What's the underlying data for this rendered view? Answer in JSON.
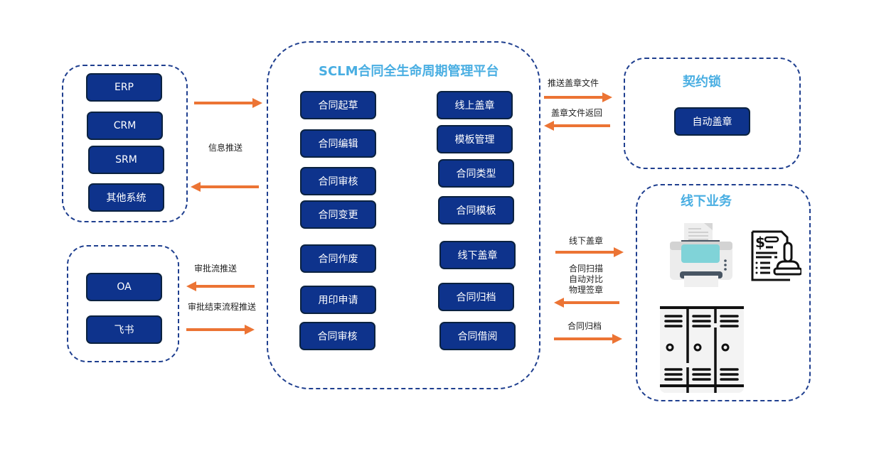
{
  "colors": {
    "node_fill": "#0e338c",
    "node_text": "#ffffff",
    "group_border": "#1f3f8f",
    "title": "#49aee2",
    "arrow": "#ec7434"
  },
  "external_systems": {
    "nodes": [
      "ERP",
      "CRM",
      "SRM",
      "其他系统"
    ]
  },
  "approval_systems": {
    "nodes": [
      "OA",
      "飞书"
    ]
  },
  "platform": {
    "title": "SCLM合同全生命周期管理平台",
    "left_column": [
      "合同起草",
      "合同编辑",
      "合同审核",
      "合同变更",
      "合同作废",
      "用印申请",
      "合同审核"
    ],
    "right_column": [
      "线上盖章",
      "模板管理",
      "合同类型",
      "合同模板",
      "线下盖章",
      "合同归档",
      "合同借阅"
    ]
  },
  "seal_lock": {
    "title": "契约锁",
    "nodes": [
      "自动盖章"
    ]
  },
  "offline": {
    "title": "线下业务",
    "icons": [
      "printer-icon",
      "contract-stamp-icon",
      "file-cabinet-icon"
    ]
  },
  "flows": {
    "info_push": "信息推送",
    "approval_push": "审批流推送",
    "approval_end_push": "审批结束流程推送",
    "push_seal_file": "推送盖章文件",
    "seal_file_return": "盖章文件返回",
    "offline_seal": "线下盖章",
    "scan_compare_lines": [
      "合同扫描",
      "自动对比",
      "物理签章"
    ],
    "archive": "合同归档"
  }
}
